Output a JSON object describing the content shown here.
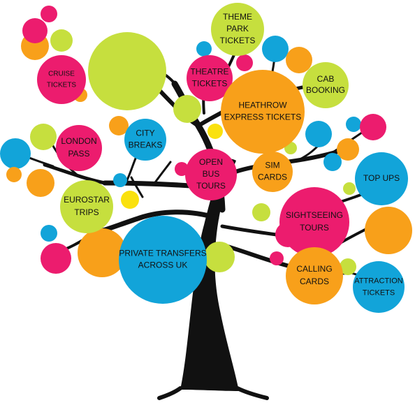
{
  "colors": {
    "pink": "#EC1C6E",
    "blue": "#12A4D9",
    "lime": "#C6DF3E",
    "orange": "#F8A01A",
    "yellow": "#FAE10E",
    "trunk": "#111111"
  },
  "services": [
    {
      "id": "theme-park-tickets",
      "lines": [
        "THEME",
        "PARK",
        "TICKETS"
      ]
    },
    {
      "id": "cruise-tickets",
      "lines": [
        "CRUISE",
        "TICKETS"
      ]
    },
    {
      "id": "theatre-tickets",
      "lines": [
        "THEATRE",
        "TICKETS"
      ]
    },
    {
      "id": "cab-booking",
      "lines": [
        "CAB",
        "BOOKING"
      ]
    },
    {
      "id": "heathrow-express-tickets",
      "lines": [
        "HEATHROW",
        "EXPRESS TICKETS"
      ]
    },
    {
      "id": "city-breaks",
      "lines": [
        "CITY",
        "BREAKS"
      ]
    },
    {
      "id": "london-pass",
      "lines": [
        "LONDON",
        "PASS"
      ]
    },
    {
      "id": "open-bus-tours",
      "lines": [
        "OPEN",
        "BUS",
        "TOURS"
      ]
    },
    {
      "id": "sim-cards",
      "lines": [
        "SIM",
        "CARDS"
      ]
    },
    {
      "id": "top-ups",
      "lines": [
        "TOP UPS"
      ]
    },
    {
      "id": "eurostar-trips",
      "lines": [
        "EUROSTAR",
        "TRIPS"
      ]
    },
    {
      "id": "sightseeing-tours",
      "lines": [
        "SIGHTSEEING",
        "TOURS"
      ]
    },
    {
      "id": "private-transfers-across-uk",
      "lines": [
        "PRIVATE TRANSFERS",
        "ACROSS UK"
      ]
    },
    {
      "id": "calling-cards",
      "lines": [
        "CALLING",
        "CARDS"
      ]
    },
    {
      "id": "attraction-tickets",
      "lines": [
        "ATTRACTION",
        "TICKETS"
      ]
    }
  ]
}
